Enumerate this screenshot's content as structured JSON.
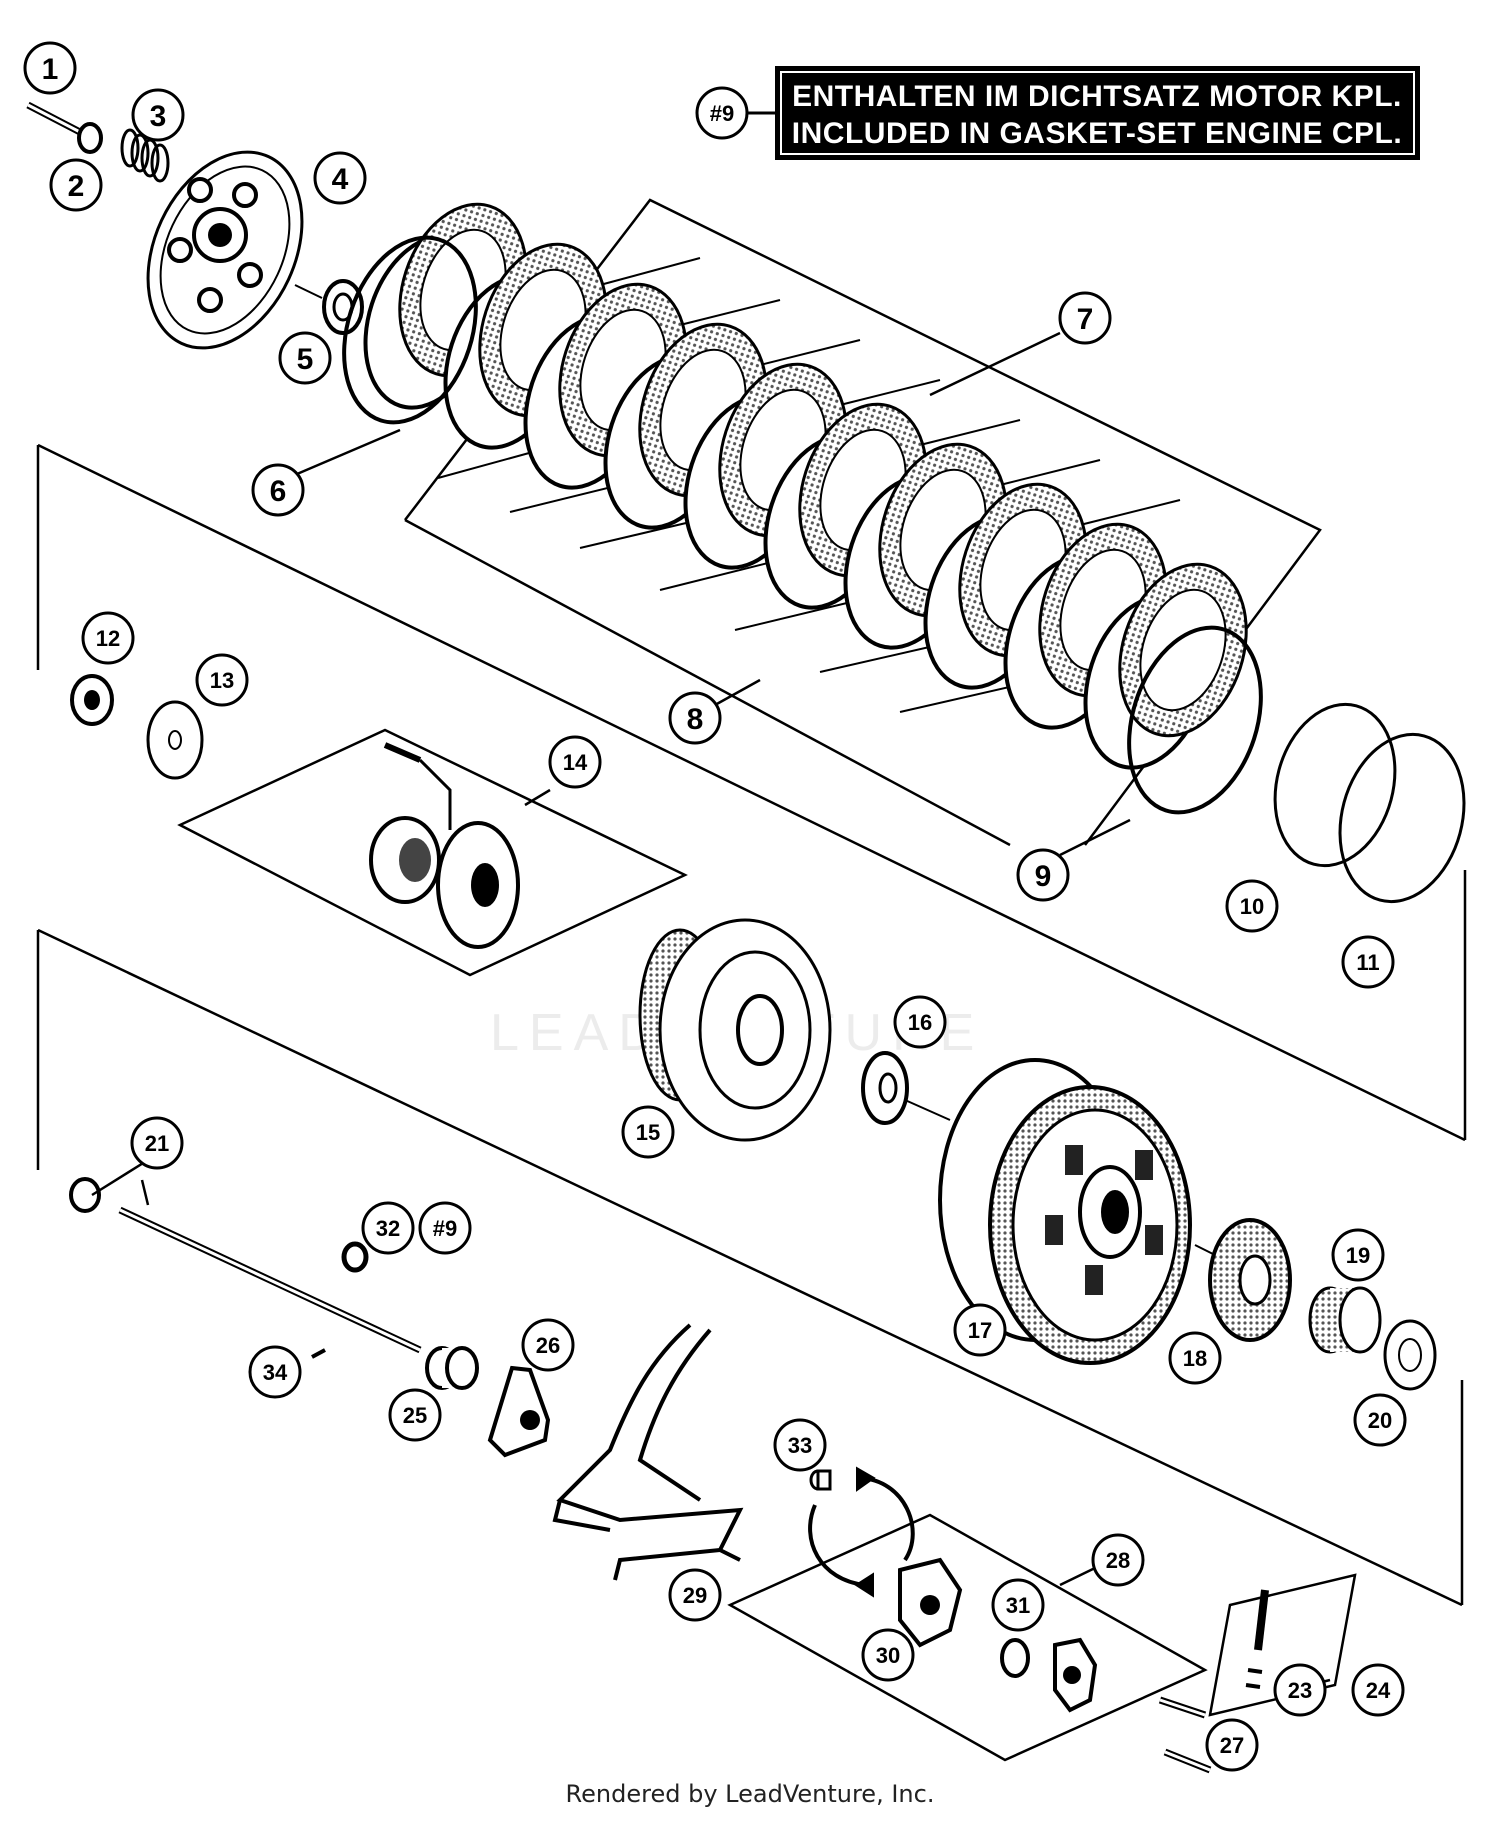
{
  "note": {
    "ref": "#9",
    "line1": "ENTHALTEN IM DICHTSATZ MOTOR KPL.",
    "line2": "INCLUDED IN GASKET-SET ENGINE CPL."
  },
  "watermark": "LEADVENTURE",
  "footer": "Rendered by LeadVenture, Inc.",
  "callouts": [
    {
      "id": "c1",
      "label": "1"
    },
    {
      "id": "c2",
      "label": "2"
    },
    {
      "id": "c3",
      "label": "3"
    },
    {
      "id": "c4",
      "label": "4"
    },
    {
      "id": "c5",
      "label": "5"
    },
    {
      "id": "c6",
      "label": "6"
    },
    {
      "id": "c7",
      "label": "7"
    },
    {
      "id": "c8",
      "label": "8"
    },
    {
      "id": "c9",
      "label": "9"
    },
    {
      "id": "c10",
      "label": "10"
    },
    {
      "id": "c11",
      "label": "11"
    },
    {
      "id": "c12",
      "label": "12"
    },
    {
      "id": "c13",
      "label": "13"
    },
    {
      "id": "c14",
      "label": "14"
    },
    {
      "id": "c15",
      "label": "15"
    },
    {
      "id": "c16",
      "label": "16"
    },
    {
      "id": "c17",
      "label": "17"
    },
    {
      "id": "c18",
      "label": "18"
    },
    {
      "id": "c19",
      "label": "19"
    },
    {
      "id": "c20",
      "label": "20"
    },
    {
      "id": "c21",
      "label": "21"
    },
    {
      "id": "c23",
      "label": "23"
    },
    {
      "id": "c24",
      "label": "24"
    },
    {
      "id": "c25",
      "label": "25"
    },
    {
      "id": "c26",
      "label": "26"
    },
    {
      "id": "c27",
      "label": "27"
    },
    {
      "id": "c28",
      "label": "28"
    },
    {
      "id": "c29",
      "label": "29"
    },
    {
      "id": "c30",
      "label": "30"
    },
    {
      "id": "c31",
      "label": "31"
    },
    {
      "id": "c32",
      "label": "32"
    },
    {
      "id": "c32b",
      "label": "#9"
    },
    {
      "id": "c33",
      "label": "33"
    },
    {
      "id": "c34",
      "label": "34"
    }
  ]
}
